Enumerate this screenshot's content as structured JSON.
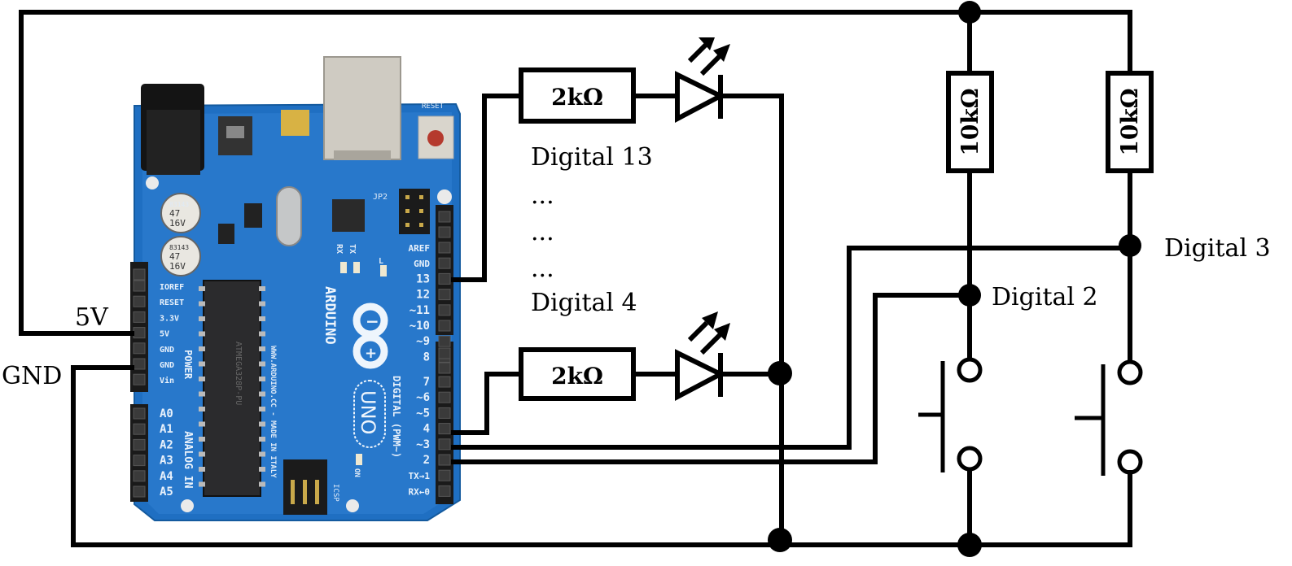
{
  "diagram": {
    "title": "Arduino UNO with LEDs and push-button circuit",
    "colors": {
      "wire": "#000000",
      "board": "#1e6fbf",
      "board_light": "#3d8ee0",
      "silkscreen": "#e8f1fb"
    },
    "labels": {
      "power_5v": "5V",
      "gnd": "GND",
      "digital_13": "Digital 13",
      "ellipsis_1": "...",
      "ellipsis_2": "...",
      "ellipsis_3": "...",
      "digital_4": "Digital 4",
      "digital_3": "Digital 3",
      "digital_2": "Digital 2"
    },
    "components": {
      "led_resistor_top": "2kΩ",
      "led_resistor_bottom": "2kΩ",
      "pullup_resistor_left": "10kΩ",
      "pullup_resistor_right": "10kΩ",
      "led_top": "LED",
      "led_bottom": "LED",
      "switch_left": "push-button",
      "switch_right": "push-button"
    },
    "board": {
      "name": "ARDUINO",
      "model": "UNO",
      "reset_label": "RESET",
      "jp2_label": "JP2",
      "icsp_label": "ICSP",
      "on_label": "ON",
      "rx_label": "RX",
      "tx_label": "TX",
      "l_label": "L",
      "chip_label": "ATMEGA328P-PU",
      "website": "WWW.ARDUINO.CC - MADE IN ITALY",
      "cap_text_1": "83143",
      "cap_text_2": "47",
      "cap_text_3": "16V",
      "power_header_title": "POWER",
      "analog_header_title": "ANALOG IN",
      "digital_header_title": "DIGITAL (PWM~)",
      "power_pins": [
        "IOREF",
        "RESET",
        "3.3V",
        "5V",
        "GND",
        "GND",
        "Vin"
      ],
      "analog_pins": [
        "A0",
        "A1",
        "A2",
        "A3",
        "A4",
        "A5"
      ],
      "digital_pins_upper": [
        "AREF",
        "GND",
        "13",
        "12",
        "~11",
        "~10",
        "~9",
        "8"
      ],
      "digital_pins_lower": [
        "7",
        "~6",
        "~5",
        "4",
        "~3",
        "2",
        "TX→1",
        "RX←0"
      ]
    }
  }
}
